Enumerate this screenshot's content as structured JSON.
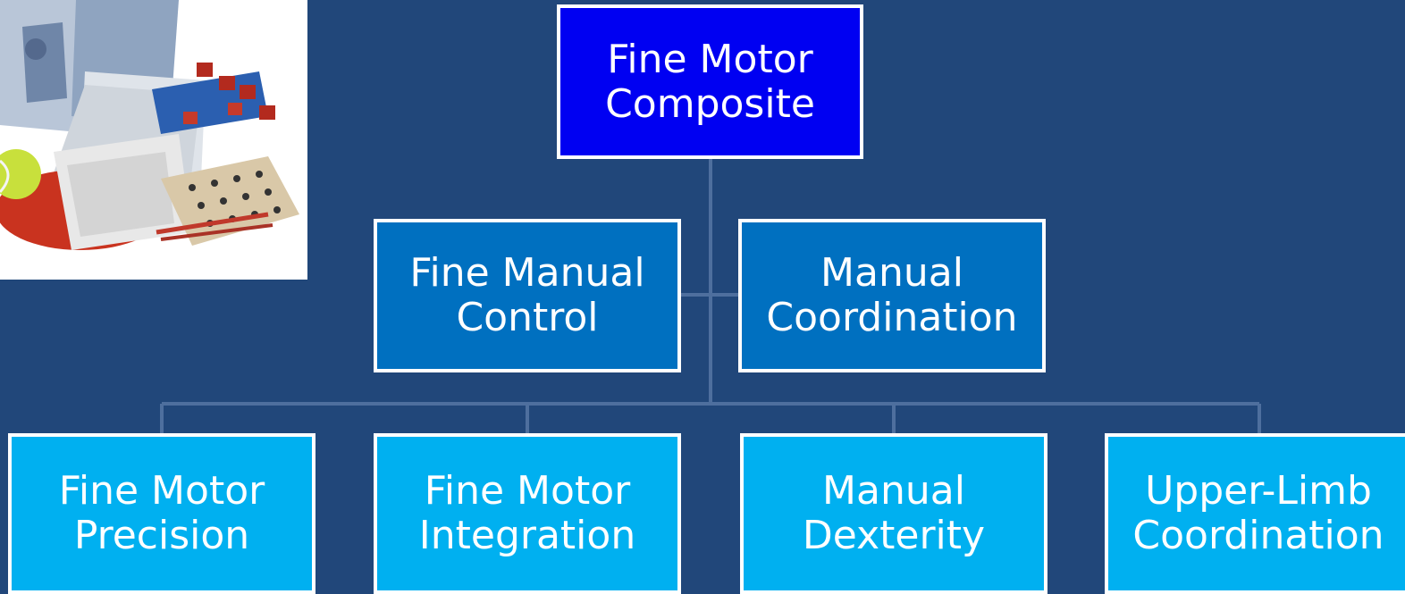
{
  "colors": {
    "background": "#21477a",
    "level0": "#0000f2",
    "level1": "#0070c0",
    "level2": "#00b0f0",
    "connector": "#4e6f9e",
    "border": "#ffffff"
  },
  "photo": {
    "description": "BOT-2 test kit",
    "icon": "test-kit-photo"
  },
  "nodes": {
    "root": {
      "line1": "Fine Motor",
      "line2": "Composite"
    },
    "fine_manual_control": {
      "line1": "Fine Manual",
      "line2": "Control"
    },
    "manual_coordination": {
      "line1": "Manual",
      "line2": "Coordination"
    },
    "fine_motor_precision": {
      "line1": "Fine Motor",
      "line2": "Precision"
    },
    "fine_motor_integration": {
      "line1": "Fine Motor",
      "line2": "Integration"
    },
    "manual_dexterity": {
      "line1": "Manual",
      "line2": "Dexterity"
    },
    "upper_limb_coordination": {
      "line1": "Upper-Limb",
      "line2": "Coordination"
    }
  }
}
